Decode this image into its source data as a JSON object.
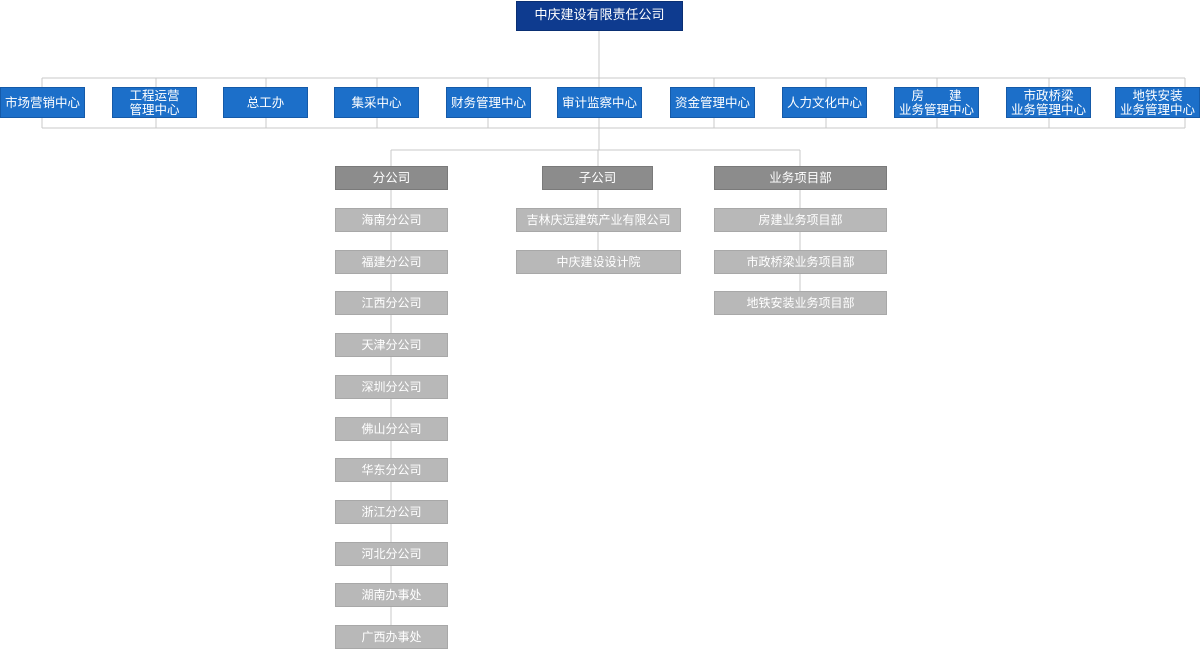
{
  "root": {
    "label": "中庆建设有限责任公司"
  },
  "departments": [
    {
      "label": "市场营销中心"
    },
    {
      "label": "工程运营\n管理中心"
    },
    {
      "label": "总工办"
    },
    {
      "label": "集采中心"
    },
    {
      "label": "财务管理中心"
    },
    {
      "label": "审计监察中心"
    },
    {
      "label": "资金管理中心"
    },
    {
      "label": "人力文化中心"
    },
    {
      "label": "房　　建\n业务管理中心"
    },
    {
      "label": "市政桥梁\n业务管理中心"
    },
    {
      "label": "地铁安装\n业务管理中心"
    }
  ],
  "groups": [
    {
      "label": "分公司",
      "items": [
        {
          "label": "海南分公司"
        },
        {
          "label": "福建分公司"
        },
        {
          "label": "江西分公司"
        },
        {
          "label": "天津分公司"
        },
        {
          "label": "深圳分公司"
        },
        {
          "label": "佛山分公司"
        },
        {
          "label": "华东分公司"
        },
        {
          "label": "浙江分公司"
        },
        {
          "label": "河北分公司"
        },
        {
          "label": "湖南办事处"
        },
        {
          "label": "广西办事处"
        }
      ]
    },
    {
      "label": "子公司",
      "items": [
        {
          "label": "吉林庆远建筑产业有限公司"
        },
        {
          "label": "中庆建设设计院"
        }
      ]
    },
    {
      "label": "业务项目部",
      "items": [
        {
          "label": "房建业务项目部"
        },
        {
          "label": "市政桥梁业务项目部"
        },
        {
          "label": "地铁安装业务项目部"
        }
      ]
    }
  ],
  "colors": {
    "root": "#0e3b8f",
    "department": "#1c6fc9",
    "category": "#8c8c8c",
    "unit": "#b8b8b8",
    "connector": "#c8c8c8"
  }
}
